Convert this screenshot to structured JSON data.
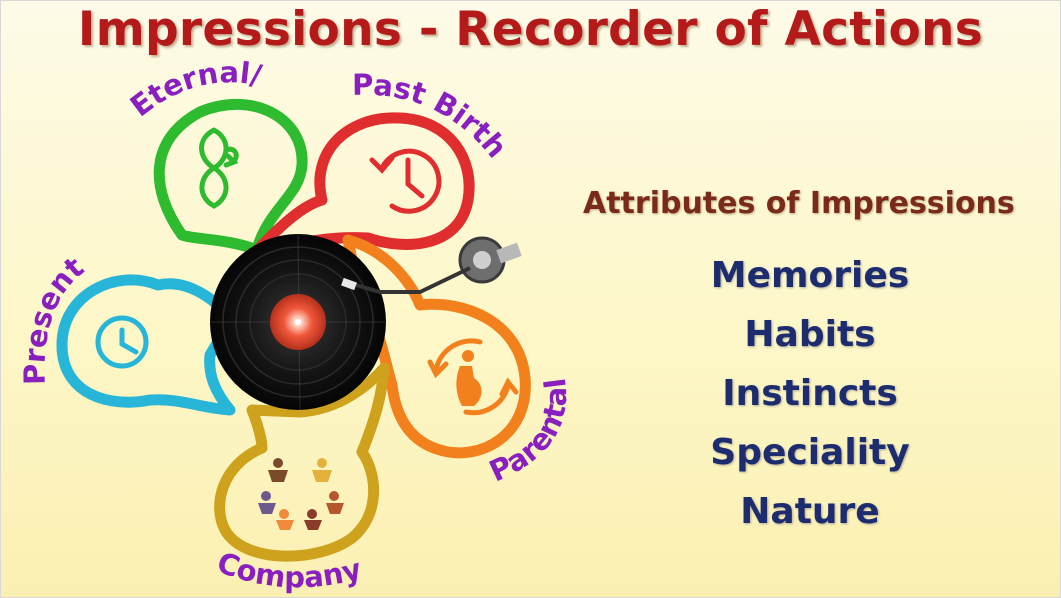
{
  "title": "Impressions - Recorder of Actions",
  "petals": {
    "eternal": {
      "label": "Eternal/",
      "color": "#2fbb2f",
      "icon": "infinity-loop-icon"
    },
    "past_birth": {
      "label": "Past Birth",
      "color": "#e02d2d",
      "icon": "clock-rewind-icon"
    },
    "present": {
      "label": "Present",
      "color": "#27b6d8",
      "icon": "clock-icon"
    },
    "parental": {
      "label": "Parental",
      "color": "#f2811d",
      "icon": "pregnant-woman-icon"
    },
    "company": {
      "label": "Company",
      "color": "#cfa21e",
      "icon": "group-of-people-icon"
    }
  },
  "label_color": "#8a1fc0",
  "center_icon": "vinyl-record-player-icon",
  "attributes": {
    "heading": "Attributes of Impressions",
    "items": [
      "Memories",
      "Habits",
      "Instincts",
      "Speciality",
      "Nature"
    ]
  }
}
